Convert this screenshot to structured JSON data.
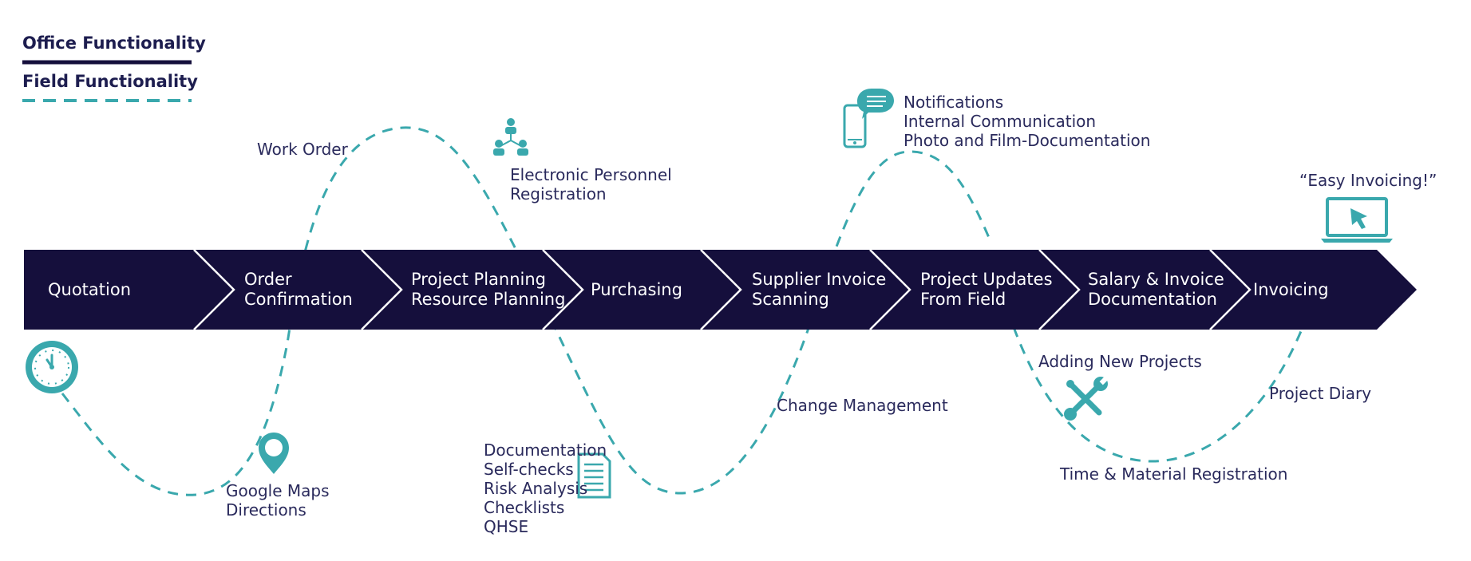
{
  "legend": {
    "office": "Office Functionality",
    "field": "Field Functionality"
  },
  "colors": {
    "navy": "#150f3c",
    "teal": "#3aa8ad",
    "text": "#2a2a5c"
  },
  "process_steps": [
    {
      "line1": "Quotation",
      "line2": ""
    },
    {
      "line1": "Order",
      "line2": "Confirmation"
    },
    {
      "line1": "Project Planning",
      "line2": "Resource Planning"
    },
    {
      "line1": "Purchasing",
      "line2": ""
    },
    {
      "line1": "Supplier Invoice",
      "line2": "Scanning"
    },
    {
      "line1": "Project Updates",
      "line2": "From Field"
    },
    {
      "line1": "Salary & Invoice",
      "line2": "Documentation"
    },
    {
      "line1": "Invoicing",
      "line2": ""
    }
  ],
  "field_features": {
    "work_order": "Work Order",
    "personnel": [
      "Electronic Personnel",
      "Registration"
    ],
    "communication": [
      "Notifications",
      "Internal Communication",
      "Photo and Film-Documentation"
    ],
    "easy_invoicing": "“Easy Invoicing!”",
    "maps": [
      "Google Maps",
      "Directions"
    ],
    "documentation": [
      "Documentation",
      "Self-checks",
      "Risk Analysis",
      "Checklists",
      "QHSE"
    ],
    "change_management": "Change Management",
    "adding_projects": "Adding New Projects",
    "time_material": "Time & Material Registration",
    "project_diary": "Project Diary"
  },
  "icons": [
    "clock-icon",
    "map-pin-icon",
    "org-chart-icon",
    "document-icon",
    "phone-chat-icon",
    "tools-icon",
    "laptop-cursor-icon"
  ]
}
